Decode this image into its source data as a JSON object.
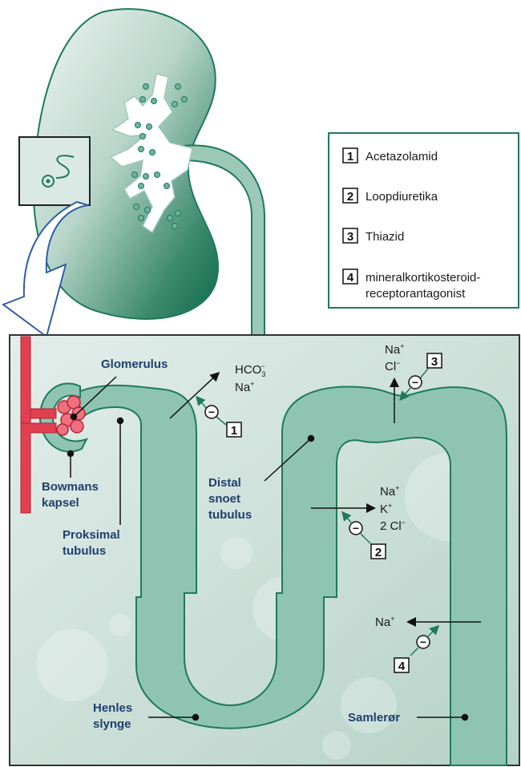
{
  "legend": {
    "items": [
      {
        "num": "1",
        "label": "Acetazolamid"
      },
      {
        "num": "2",
        "label": "Loopdiuretika"
      },
      {
        "num": "3",
        "label": "Thiazid"
      },
      {
        "num": "4",
        "label": "mineralkortikosteroid-",
        "label2": "receptorantagonist"
      }
    ]
  },
  "labels": {
    "glomerulus": "Glomerulus",
    "bowmans": [
      "Bowmans",
      "kapsel"
    ],
    "proksimal": [
      "Proksimal",
      "tubulus"
    ],
    "distal": [
      "Distal",
      "snoet",
      "tubulus"
    ],
    "henles": [
      "Henles",
      "slynge"
    ],
    "samlerør": "Samlerør"
  },
  "ions": {
    "site1": {
      "line1": "HCO",
      "line1_sub": "3",
      "line1_sup": "−",
      "line2_base": "Na",
      "line2_sup": "+"
    },
    "site2": {
      "l1_base": "Na",
      "l1_sup": "+",
      "l2_base": "K",
      "l2_sup": "+",
      "l3_base": "2 Cl",
      "l3_sup": "−"
    },
    "site3": {
      "l1_base": "Na",
      "l1_sup": "+",
      "l2_base": "Cl",
      "l2_sup": "−"
    },
    "site4": {
      "base": "Na",
      "sup": "+"
    }
  },
  "markers": {
    "site1": "1",
    "site2": "2",
    "site3": "3",
    "site4": "4",
    "minus": "−"
  },
  "colors": {
    "accent_green": "#1e7a5a",
    "label_blue": "#1f3f6e",
    "vessel_red": "#e04050",
    "tubule_fill": "#8fc4b3",
    "panel_fill": "#c7ddd6",
    "kidney_light": "#d3e6df",
    "kidney_dark": "#1a7255"
  }
}
